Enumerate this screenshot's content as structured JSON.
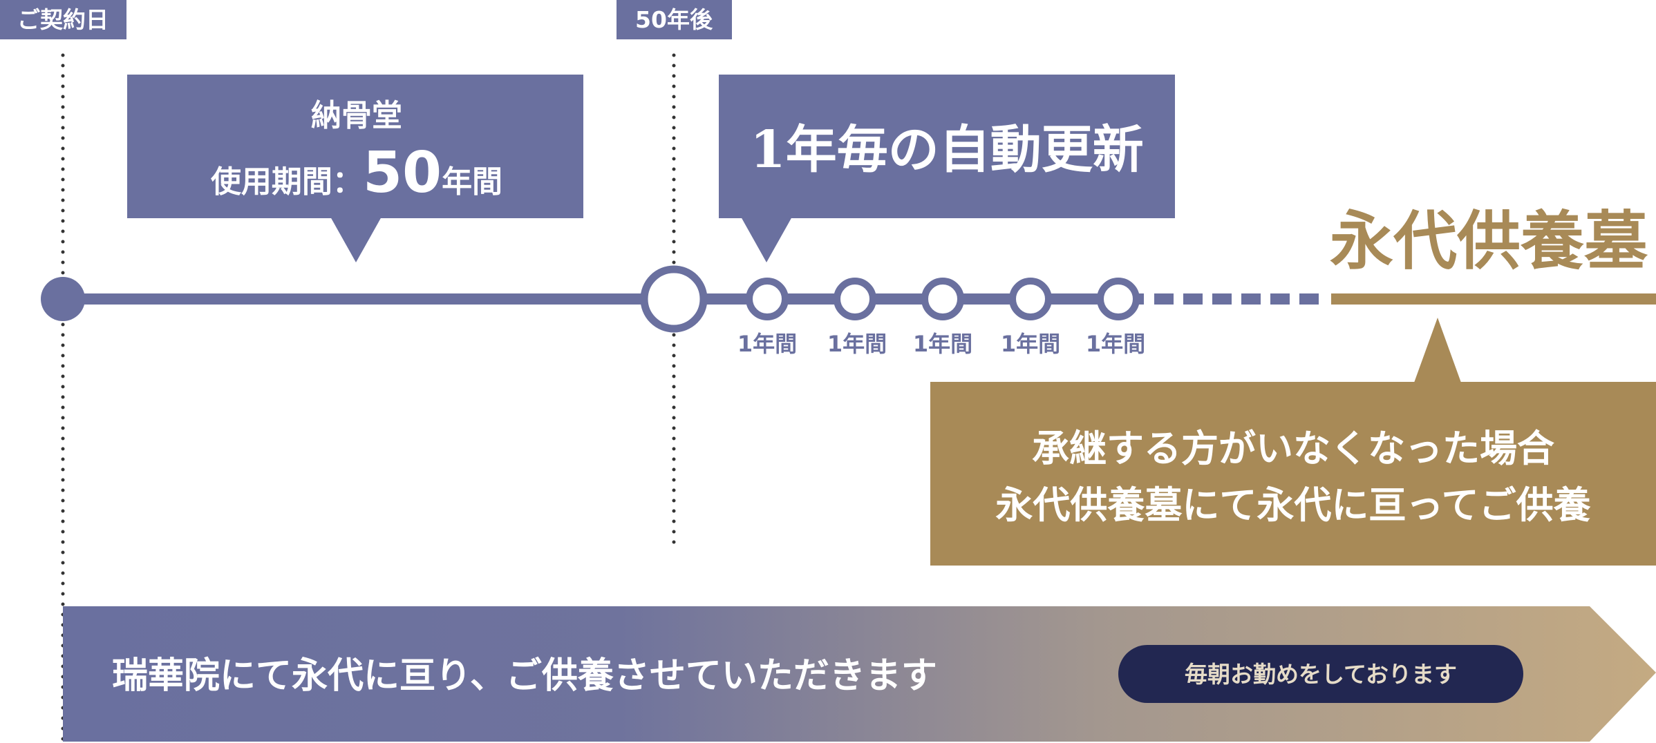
{
  "colors": {
    "navy": "#6a709f",
    "gold": "#a88a57",
    "gold_light": "#c4aa82",
    "dark_navy": "#222751",
    "dot_line": "#333333",
    "white": "#ffffff"
  },
  "labels": {
    "contract_day": "ご契約日",
    "after_50": "50年後"
  },
  "callout_ossuary": {
    "line1": "納骨堂",
    "period_prefix": "使用期間：",
    "period_number": "50",
    "period_suffix": "年間"
  },
  "callout_renewal": {
    "text": "1年毎の自動更新"
  },
  "renewal_labels": [
    "1年間",
    "1年間",
    "1年間",
    "1年間",
    "1年間"
  ],
  "eternal_grave": "永代供養墓",
  "gold_box": {
    "line1": "承継する方がいなくなった場合",
    "line2": "永代供養墓にて永代に亘ってご供養"
  },
  "bottom_arrow": {
    "text": "瑞華院にて永代に亘り、ご供養させていただきます",
    "badge": "毎朝お勤めをしております"
  }
}
